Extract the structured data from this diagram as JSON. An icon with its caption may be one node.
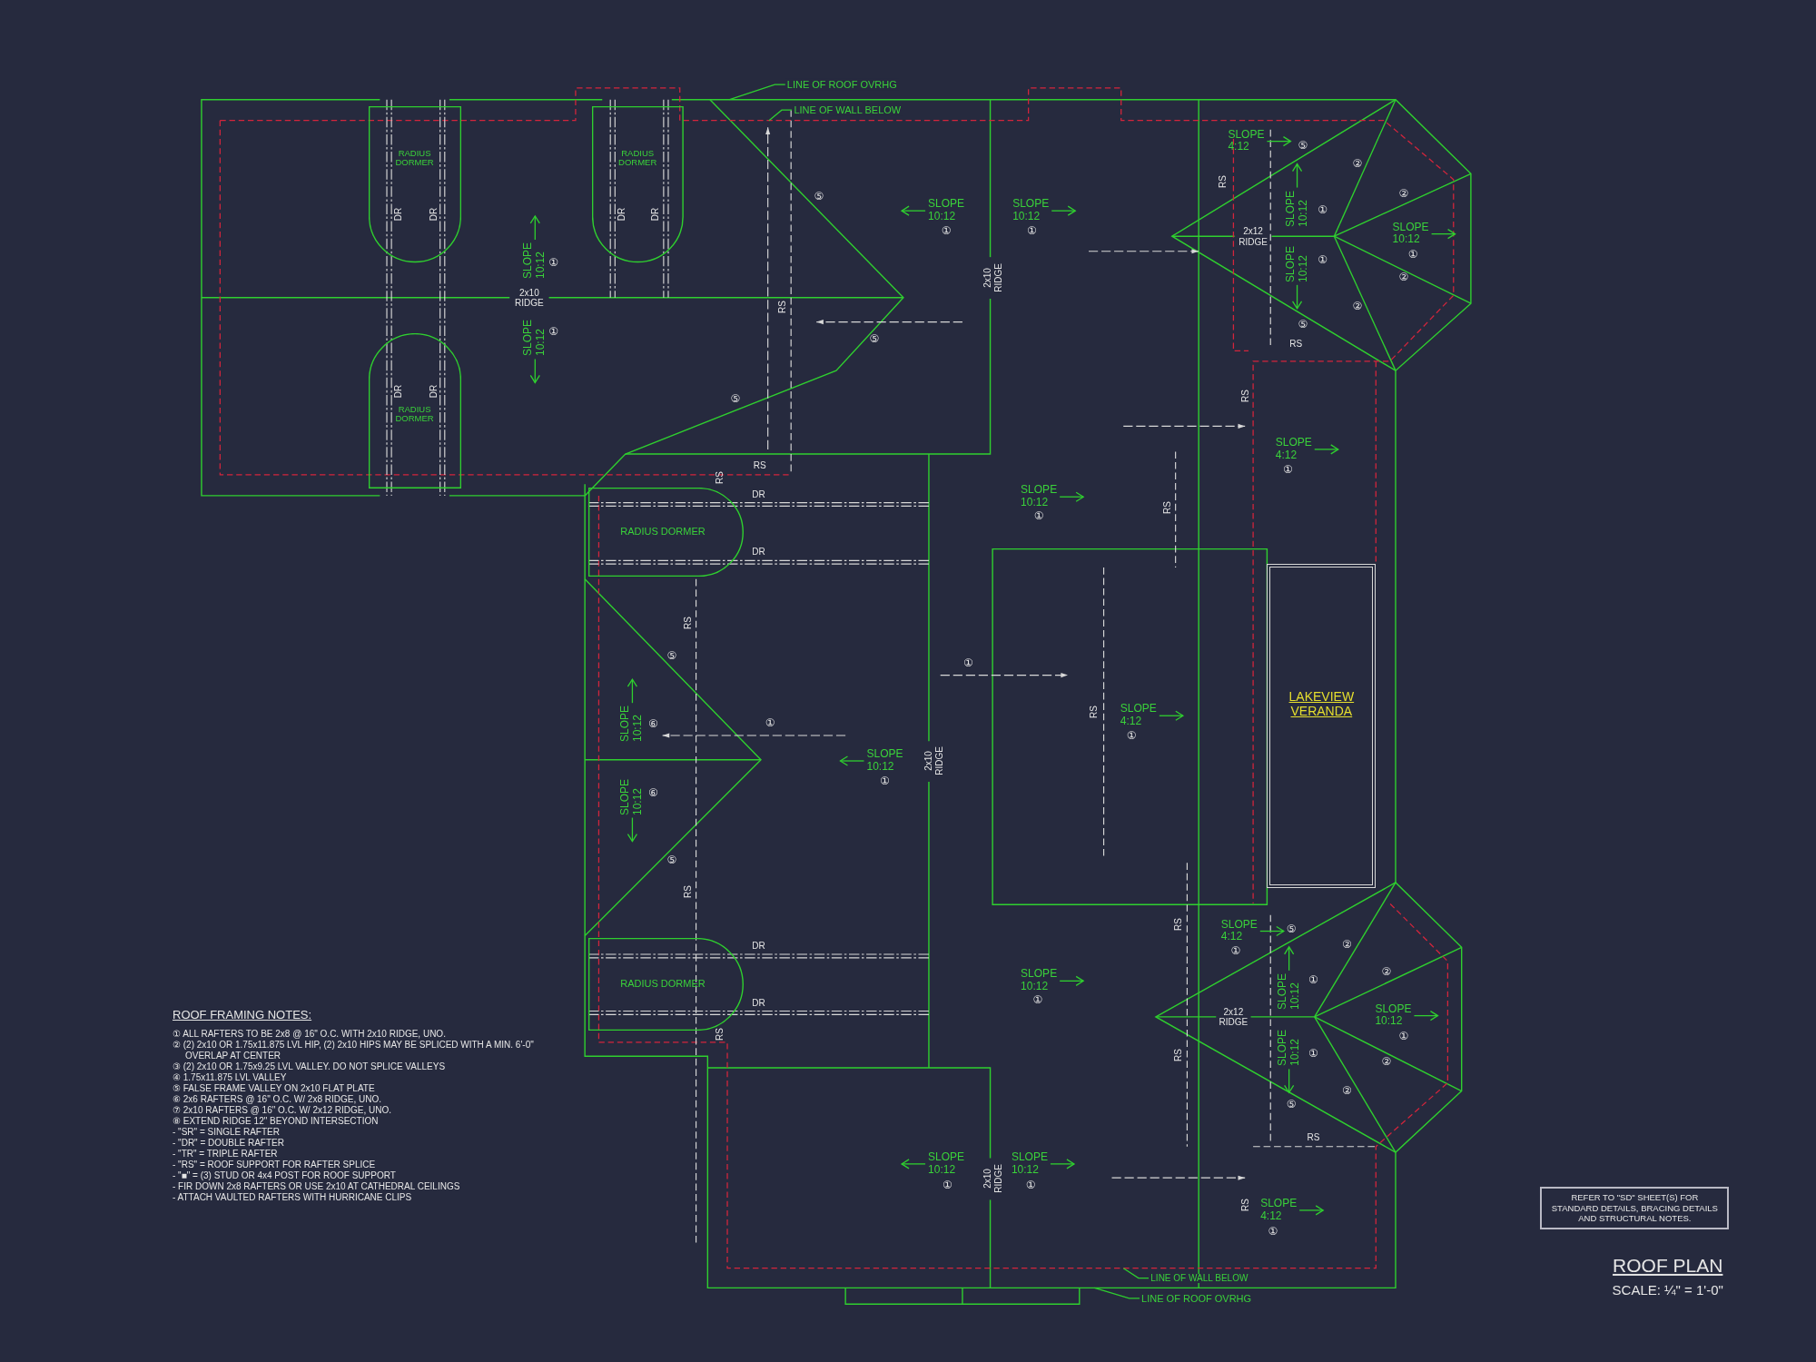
{
  "diagram": {
    "title": "ROOF PLAN",
    "nodes": [
      {
        "text": [
          "LINE OF ROOF OVRHG"
        ]
      },
      {
        "text": [
          "LINE OF WALL BELOW"
        ]
      },
      {
        "text": [
          "RADIUS DORMER"
        ]
      },
      {
        "text": [
          "RADIUS DORMER"
        ]
      },
      {
        "text": [
          "RADIUS DORMER"
        ]
      },
      {
        "text": [
          "RADIUS DORMER"
        ]
      },
      {
        "text": [
          "LAKEVIEW VERANDA"
        ]
      },
      {
        "text": [
          "RADIUS DORMER"
        ]
      },
      {
        "text": [
          "LINE OF WALL BELOW"
        ]
      },
      {
        "text": [
          "LINE OF ROOF OVRHG"
        ]
      },
      {
        "text": [
          "REFER TO \"SD\" SHEET(S) FOR STANDARD DETAILS, BRACING DETAILS AND STRUCTURAL NOTES."
        ]
      }
    ],
    "edges": [
      {
        "from": 0,
        "to": null,
        "arrow": "none"
      },
      {
        "from": 1,
        "to": null,
        "arrow": "none"
      },
      {
        "from": 8,
        "to": null,
        "arrow": "none"
      },
      {
        "from": 9,
        "to": null,
        "arrow": "none"
      }
    ],
    "labels": [
      "DR",
      "DR",
      "DR",
      "DR",
      "SLOPE 10:12",
      "①",
      "⑤",
      "SLOPE 10:12",
      "①",
      "SLOPE 10:12",
      "①",
      "SLOPE 4:12",
      "⑤",
      "②",
      "RS",
      "②",
      "SLOPE 10:12",
      "①",
      "SLOPE 10:12",
      "2x12 RIDGE",
      "①",
      "SLOPE 10:12",
      "①",
      "2x10 RIDGE",
      "②",
      "2x10 RIDGE",
      "RS",
      "②",
      "SLOPE 10:12",
      "①",
      "⑤",
      "⑤",
      "RS",
      "DR",
      "DR",
      "RS",
      "⑤",
      "SLOPE 4:12",
      "RS",
      "①",
      "RS",
      "SLOPE 10:12",
      "DR",
      "RS",
      "①",
      "DR",
      "RS",
      "⑤",
      "①",
      "SLOPE 10:12",
      "⑥",
      "①",
      "RS",
      "SLOPE 4:12",
      "①",
      "SLOPE 10:12",
      "2x10 RIDGE",
      "①",
      "⑥",
      "SLOPE 10:12",
      "⑤",
      "RS",
      "RS",
      "SLOPE 4:12",
      "⑤",
      "②",
      "DR",
      "①",
      "②",
      "SLOPE 10:12",
      "SLOPE 10:12",
      "①",
      "①",
      "DR",
      "SLOPE 10:12",
      "2x12 RIDGE",
      "RS",
      "①",
      "SLOPE 10:12",
      "①",
      "RS",
      "②",
      "②",
      "⑤",
      "RS",
      "SLOPE 10:12",
      "SLOPE 10:12",
      "2x10 RIDGE",
      "①",
      "①",
      "RS",
      "SLOPE 4:12",
      "①",
      "ROOF FRAMING NOTES:",
      "① ALL RAFTERS TO BE 2x8 @ 16\" O.C. WITH 2x10 RIDGE, UNO.",
      "② (2) 2x10 OR 1.75x11.875 LVL HIP, (2) 2x10 HIPS MAY BE SPLICED WITH A MIN. 6'-0\" OVERLAP AT CENTER",
      "③ (2) 2x10 OR 1.75x9.25 LVL VALLEY. DO NOT SPLICE VALLEYS",
      "④ 1.75x11.875 LVL VALLEY",
      "⑤ FALSE FRAME VALLEY ON 2x10 FLAT PLATE",
      "⑥ 2x6 RAFTERS @ 16\" O.C. W/ 2x8 RIDGE, UNO.",
      "⑦ 2x10 RAFTERS @ 16\" O.C. W/ 2x12 RIDGE, UNO.",
      "⑧ EXTEND RIDGE 12\" BEYOND INTERSECTION",
      "- \"SR\" = SINGLE RAFTER",
      "- \"DR\" = DOUBLE RAFTER",
      "- \"TR\" = TRIPLE RAFTER",
      "- \"RS\" = ROOF SUPPORT FOR RAFTER SPLICE",
      "- \"■\" = (3) STUD OR 4x4 POST FOR ROOF SUPPORT",
      "- FIR DOWN 2x8 RAFTERS OR USE 2x10 AT CATHEDRAL CEILINGS",
      "- ATTACH VAULTED RAFTERS WITH HURRICANE CLIPS",
      "SCALE: ¼\" = 1'-0\""
    ]
  }
}
